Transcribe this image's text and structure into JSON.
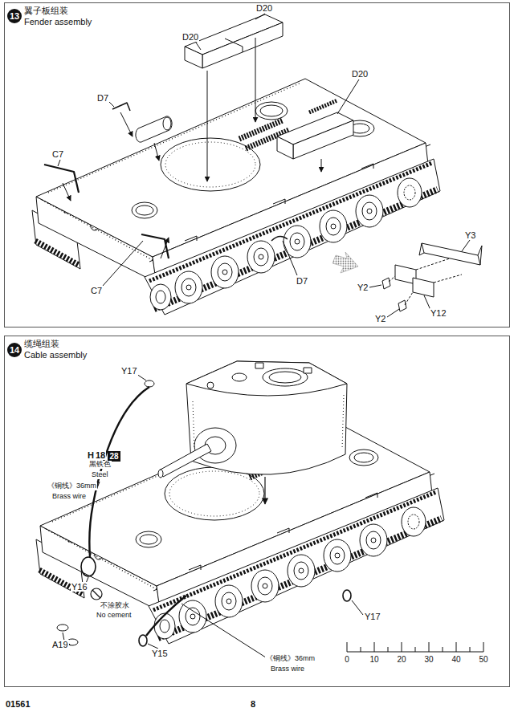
{
  "diagram": {
    "nodes": [
      {
        "text": [
          "翼子板组装",
          "Fender assembly"
        ]
      },
      {
        "text": [
          "13"
        ],
        "in": 0
      },
      {
        "text": [
          "缆绳组装",
          "Cable assembly"
        ]
      },
      {
        "text": [
          "14"
        ],
        "in": 2
      },
      {
        "text": [
          "28"
        ],
        "in": 2
      }
    ],
    "labels": [
      "D20",
      "D20",
      "D20",
      "D7",
      "C7",
      "C7",
      "D7",
      "Y3",
      "Y2",
      "Y12",
      "Y2",
      "H",
      "18",
      "黑铁色",
      "Steel",
      "《铜线》36mm",
      "Brass wire",
      "Y17",
      "Y16",
      "不涂胶水",
      "No cement",
      "A19",
      "Y15",
      "Y17",
      "《铜线》36mm",
      "Brass wire",
      "0",
      "10",
      "20",
      "30",
      "40",
      "50",
      "01561",
      "8"
    ]
  }
}
